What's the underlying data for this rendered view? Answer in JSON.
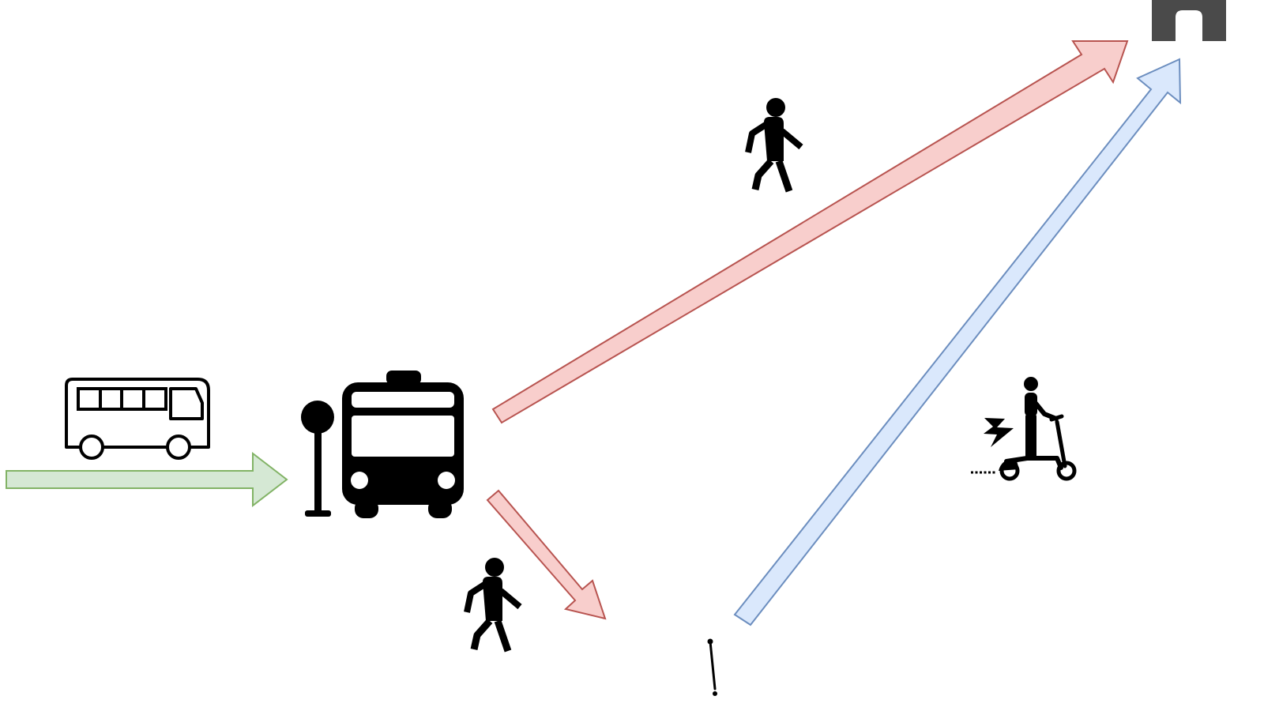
{
  "diagram": {
    "colors": {
      "background": "#ffffff",
      "icon": "#000000",
      "destination": "#4a4a4a",
      "incoming_fill": "#d5e8d4",
      "incoming_stroke": "#82b366",
      "walk_fill": "#f8cecc",
      "walk_stroke": "#b85450",
      "scooter_fill": "#dae8fc",
      "scooter_stroke": "#6c8ebf"
    },
    "icons": [
      "bus-outline-icon",
      "bus-stop-sign-icon",
      "bus-front-icon",
      "pedestrian-icon",
      "pedestrian-icon",
      "e-scooter-rider-icon",
      "scooter-dock-icon",
      "destination-building-icon"
    ],
    "flows": [
      {
        "id": "incoming-bus-route",
        "mode": "bus",
        "color": "incoming"
      },
      {
        "id": "walk-to-destination",
        "mode": "walking",
        "color": "walk"
      },
      {
        "id": "walk-to-scooter",
        "mode": "walking",
        "color": "walk"
      },
      {
        "id": "scooter-to-destination",
        "mode": "e-scooter",
        "color": "scooter"
      }
    ]
  }
}
